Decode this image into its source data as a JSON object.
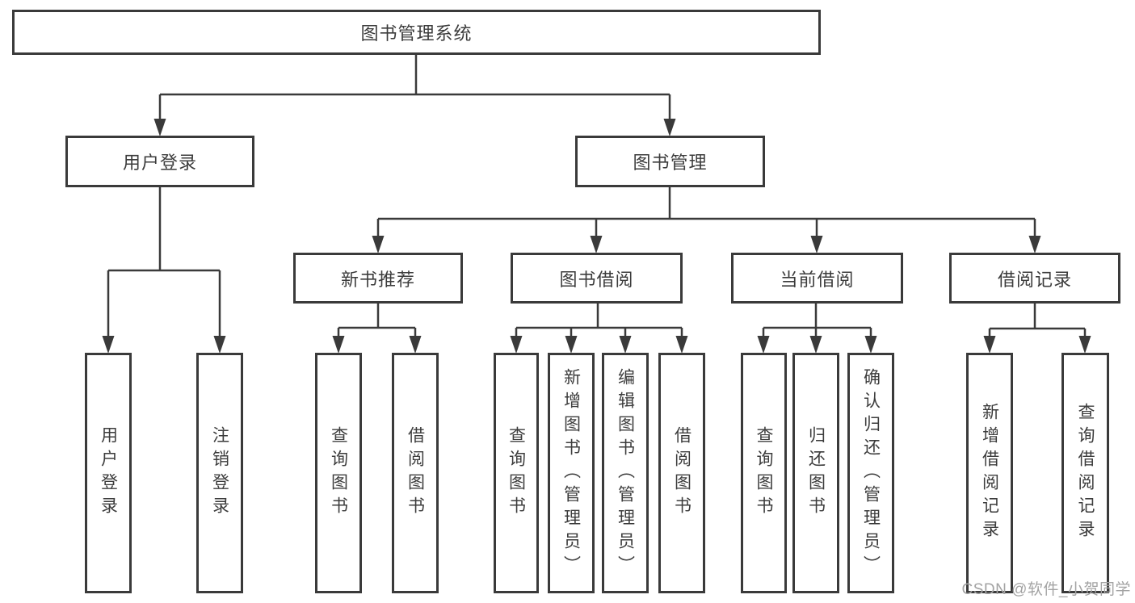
{
  "diagram": {
    "root": {
      "label": "图书管理系统"
    },
    "level1": [
      {
        "label": "用户登录"
      },
      {
        "label": "图书管理"
      }
    ],
    "level2": [
      {
        "label": "新书推荐"
      },
      {
        "label": "图书借阅"
      },
      {
        "label": "当前借阅"
      },
      {
        "label": "借阅记录"
      }
    ],
    "leaves": {
      "login": [
        "用户登录",
        "注销登录"
      ],
      "recommend": [
        "查询图书",
        "借阅图书"
      ],
      "borrow": [
        "查询图书",
        "新增图书（管理员）",
        "编辑图书（管理员）",
        "借阅图书"
      ],
      "current": [
        "查询图书",
        "归还图书",
        "确认归还（管理员）"
      ],
      "records": [
        "新增借阅记录",
        "查询借阅记录"
      ]
    },
    "colors": {
      "line": "#3a3a3a",
      "text": "#3c3c3c",
      "background": "#ffffff",
      "watermark": "#a3a3a3"
    }
  },
  "watermark": {
    "text": "CSDN @软件_小贺同学"
  }
}
